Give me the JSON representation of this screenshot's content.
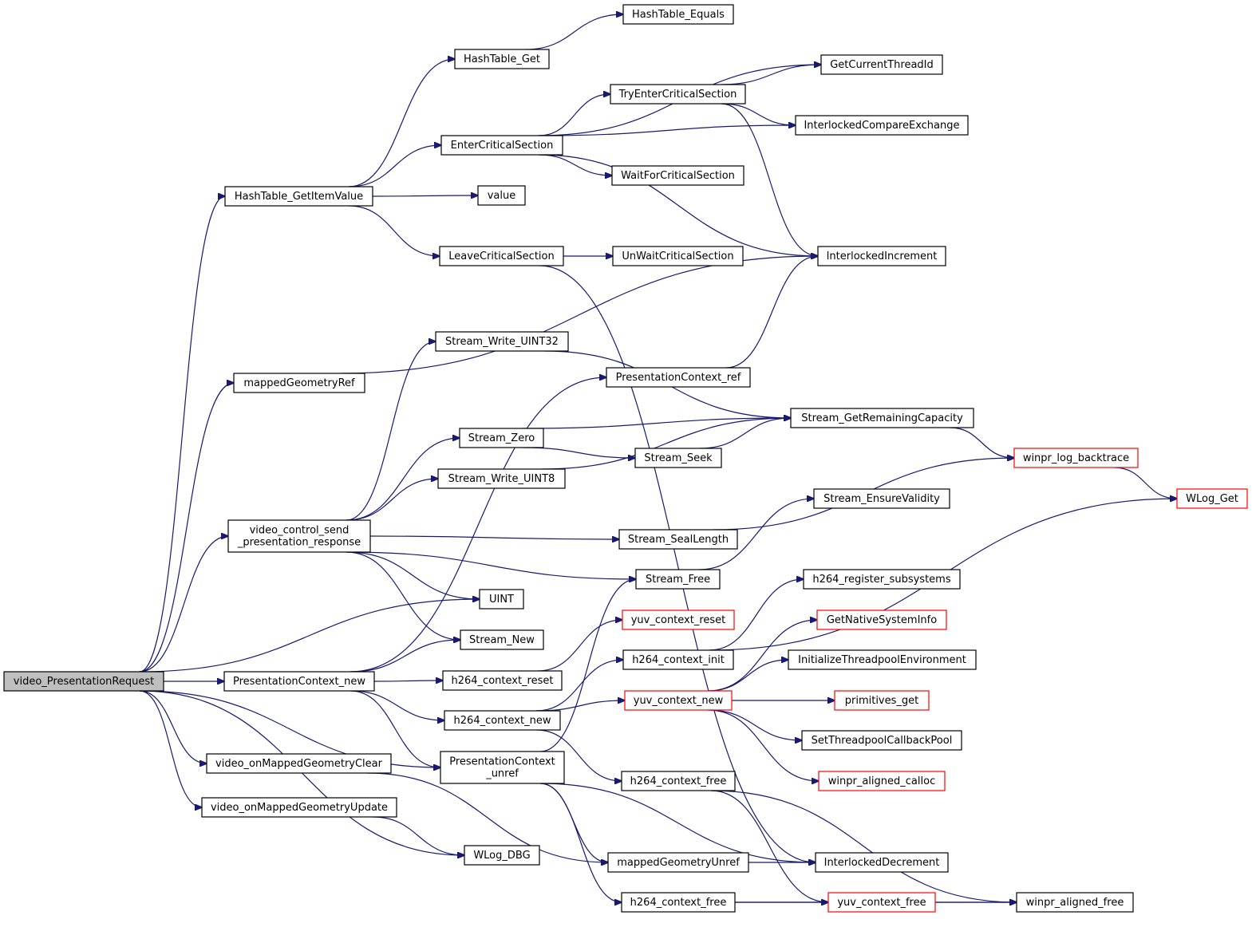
{
  "graph": {
    "title": "",
    "edge_color": "#191970",
    "node_fill": "#ffffff",
    "root_fill": "#bfbfbf",
    "truncated_border": "#ff0000",
    "nodes": [
      {
        "id": "video_PresentationRequest",
        "label": "video_PresentationRequest",
        "root": true
      },
      {
        "id": "HashTable_GetItemValue",
        "label": "HashTable_GetItemValue"
      },
      {
        "id": "mappedGeometryRef",
        "label": "mappedGeometryRef"
      },
      {
        "id": "video_control_send_presentation_response",
        "label": "video_control_send\n_presentation_response"
      },
      {
        "id": "PresentationContext_new",
        "label": "PresentationContext_new"
      },
      {
        "id": "video_onMappedGeometryClear",
        "label": "video_onMappedGeometryClear"
      },
      {
        "id": "video_onMappedGeometryUpdate",
        "label": "video_onMappedGeometryUpdate"
      },
      {
        "id": "HashTable_Get",
        "label": "HashTable_Get"
      },
      {
        "id": "EnterCriticalSection",
        "label": "EnterCriticalSection"
      },
      {
        "id": "value",
        "label": "value"
      },
      {
        "id": "LeaveCriticalSection",
        "label": "LeaveCriticalSection"
      },
      {
        "id": "Stream_Write_UINT32",
        "label": "Stream_Write_UINT32"
      },
      {
        "id": "Stream_Zero",
        "label": "Stream_Zero"
      },
      {
        "id": "Stream_Write_UINT8",
        "label": "Stream_Write_UINT8"
      },
      {
        "id": "UINT",
        "label": "UINT"
      },
      {
        "id": "Stream_New",
        "label": "Stream_New"
      },
      {
        "id": "h264_context_reset",
        "label": "h264_context_reset"
      },
      {
        "id": "h264_context_new",
        "label": "h264_context_new"
      },
      {
        "id": "PresentationContext_unref",
        "label": "PresentationContext\n_unref"
      },
      {
        "id": "WLog_DBG",
        "label": "WLog_DBG"
      },
      {
        "id": "HashTable_Equals",
        "label": "HashTable_Equals"
      },
      {
        "id": "TryEnterCriticalSection",
        "label": "TryEnterCriticalSection"
      },
      {
        "id": "WaitForCriticalSection",
        "label": "WaitForCriticalSection"
      },
      {
        "id": "UnWaitCriticalSection",
        "label": "UnWaitCriticalSection"
      },
      {
        "id": "PresentationContext_ref",
        "label": "PresentationContext_ref"
      },
      {
        "id": "Stream_Seek",
        "label": "Stream_Seek"
      },
      {
        "id": "Stream_SealLength",
        "label": "Stream_SealLength"
      },
      {
        "id": "Stream_Free",
        "label": "Stream_Free"
      },
      {
        "id": "yuv_context_reset",
        "label": "yuv_context_reset",
        "truncated": true
      },
      {
        "id": "h264_context_init",
        "label": "h264_context_init"
      },
      {
        "id": "yuv_context_new",
        "label": "yuv_context_new",
        "truncated": true
      },
      {
        "id": "h264_context_free_a",
        "label": "h264_context_free"
      },
      {
        "id": "mappedGeometryUnref",
        "label": "mappedGeometryUnref"
      },
      {
        "id": "h264_context_free_b",
        "label": "h264_context_free"
      },
      {
        "id": "GetCurrentThreadId",
        "label": "GetCurrentThreadId"
      },
      {
        "id": "InterlockedCompareExchange",
        "label": "InterlockedCompareExchange"
      },
      {
        "id": "InterlockedIncrement",
        "label": "InterlockedIncrement"
      },
      {
        "id": "Stream_GetRemainingCapacity",
        "label": "Stream_GetRemainingCapacity"
      },
      {
        "id": "Stream_EnsureValidity",
        "label": "Stream_EnsureValidity"
      },
      {
        "id": "h264_register_subsystems",
        "label": "h264_register_subsystems"
      },
      {
        "id": "GetNativeSystemInfo",
        "label": "GetNativeSystemInfo",
        "truncated": true
      },
      {
        "id": "InitializeThreadpoolEnvironment",
        "label": "InitializeThreadpoolEnvironment"
      },
      {
        "id": "primitives_get",
        "label": "primitives_get",
        "truncated": true
      },
      {
        "id": "SetThreadpoolCallbackPool",
        "label": "SetThreadpoolCallbackPool"
      },
      {
        "id": "winpr_aligned_calloc",
        "label": "winpr_aligned_calloc",
        "truncated": true
      },
      {
        "id": "InterlockedDecrement",
        "label": "InterlockedDecrement"
      },
      {
        "id": "yuv_context_free",
        "label": "yuv_context_free",
        "truncated": true
      },
      {
        "id": "winpr_log_backtrace",
        "label": "winpr_log_backtrace",
        "truncated": true
      },
      {
        "id": "WLog_Get",
        "label": "WLog_Get",
        "truncated": true
      },
      {
        "id": "winpr_aligned_free",
        "label": "winpr_aligned_free"
      }
    ],
    "edges": [
      [
        "video_PresentationRequest",
        "HashTable_GetItemValue"
      ],
      [
        "video_PresentationRequest",
        "mappedGeometryRef"
      ],
      [
        "video_PresentationRequest",
        "video_control_send_presentation_response"
      ],
      [
        "video_PresentationRequest",
        "UINT"
      ],
      [
        "video_PresentationRequest",
        "PresentationContext_new"
      ],
      [
        "video_PresentationRequest",
        "PresentationContext_unref"
      ],
      [
        "video_PresentationRequest",
        "video_onMappedGeometryClear"
      ],
      [
        "video_PresentationRequest",
        "video_onMappedGeometryUpdate"
      ],
      [
        "video_PresentationRequest",
        "WLog_DBG"
      ],
      [
        "HashTable_GetItemValue",
        "HashTable_Get"
      ],
      [
        "HashTable_GetItemValue",
        "EnterCriticalSection"
      ],
      [
        "HashTable_GetItemValue",
        "value"
      ],
      [
        "HashTable_GetItemValue",
        "LeaveCriticalSection"
      ],
      [
        "HashTable_Get",
        "HashTable_Equals"
      ],
      [
        "EnterCriticalSection",
        "GetCurrentThreadId"
      ],
      [
        "EnterCriticalSection",
        "TryEnterCriticalSection"
      ],
      [
        "EnterCriticalSection",
        "InterlockedCompareExchange"
      ],
      [
        "EnterCriticalSection",
        "WaitForCriticalSection"
      ],
      [
        "EnterCriticalSection",
        "InterlockedIncrement"
      ],
      [
        "TryEnterCriticalSection",
        "GetCurrentThreadId"
      ],
      [
        "TryEnterCriticalSection",
        "InterlockedCompareExchange"
      ],
      [
        "TryEnterCriticalSection",
        "InterlockedIncrement"
      ],
      [
        "LeaveCriticalSection",
        "UnWaitCriticalSection"
      ],
      [
        "LeaveCriticalSection",
        "InterlockedDecrement"
      ],
      [
        "mappedGeometryRef",
        "InterlockedIncrement"
      ],
      [
        "video_control_send_presentation_response",
        "Stream_Write_UINT32"
      ],
      [
        "video_control_send_presentation_response",
        "Stream_Zero"
      ],
      [
        "video_control_send_presentation_response",
        "Stream_Write_UINT8"
      ],
      [
        "video_control_send_presentation_response",
        "Stream_SealLength"
      ],
      [
        "video_control_send_presentation_response",
        "Stream_Free"
      ],
      [
        "video_control_send_presentation_response",
        "UINT"
      ],
      [
        "video_control_send_presentation_response",
        "Stream_New"
      ],
      [
        "Stream_Write_UINT32",
        "Stream_GetRemainingCapacity"
      ],
      [
        "Stream_Zero",
        "Stream_GetRemainingCapacity"
      ],
      [
        "Stream_Zero",
        "Stream_Seek"
      ],
      [
        "Stream_Write_UINT8",
        "Stream_GetRemainingCapacity"
      ],
      [
        "Stream_Seek",
        "Stream_GetRemainingCapacity"
      ],
      [
        "Stream_SealLength",
        "winpr_log_backtrace"
      ],
      [
        "Stream_Free",
        "Stream_EnsureValidity"
      ],
      [
        "Stream_GetRemainingCapacity",
        "winpr_log_backtrace"
      ],
      [
        "winpr_log_backtrace",
        "WLog_Get"
      ],
      [
        "PresentationContext_ref",
        "InterlockedIncrement"
      ],
      [
        "PresentationContext_new",
        "PresentationContext_ref"
      ],
      [
        "PresentationContext_new",
        "Stream_New"
      ],
      [
        "PresentationContext_new",
        "h264_context_reset"
      ],
      [
        "PresentationContext_new",
        "h264_context_new"
      ],
      [
        "PresentationContext_new",
        "PresentationContext_unref"
      ],
      [
        "h264_context_reset",
        "yuv_context_reset"
      ],
      [
        "h264_context_new",
        "h264_context_init"
      ],
      [
        "h264_context_new",
        "yuv_context_new"
      ],
      [
        "h264_context_new",
        "h264_context_free_a"
      ],
      [
        "h264_context_init",
        "h264_register_subsystems"
      ],
      [
        "h264_context_init",
        "WLog_Get"
      ],
      [
        "yuv_context_new",
        "GetNativeSystemInfo"
      ],
      [
        "yuv_context_new",
        "InitializeThreadpoolEnvironment"
      ],
      [
        "yuv_context_new",
        "primitives_get"
      ],
      [
        "yuv_context_new",
        "SetThreadpoolCallbackPool"
      ],
      [
        "yuv_context_new",
        "winpr_aligned_calloc"
      ],
      [
        "h264_context_free_a",
        "yuv_context_free"
      ],
      [
        "h264_context_free_a",
        "winpr_aligned_free"
      ],
      [
        "PresentationContext_unref",
        "Stream_Free"
      ],
      [
        "PresentationContext_unref",
        "mappedGeometryUnref"
      ],
      [
        "PresentationContext_unref",
        "InterlockedDecrement"
      ],
      [
        "PresentationContext_unref",
        "h264_context_free_b"
      ],
      [
        "video_onMappedGeometryClear",
        "mappedGeometryUnref"
      ],
      [
        "video_onMappedGeometryUpdate",
        "WLog_DBG"
      ],
      [
        "mappedGeometryUnref",
        "InterlockedDecrement"
      ],
      [
        "h264_context_free_b",
        "yuv_context_free"
      ],
      [
        "h264_context_free_b",
        "winpr_aligned_free"
      ],
      [
        "yuv_context_free",
        "winpr_aligned_free"
      ]
    ]
  }
}
